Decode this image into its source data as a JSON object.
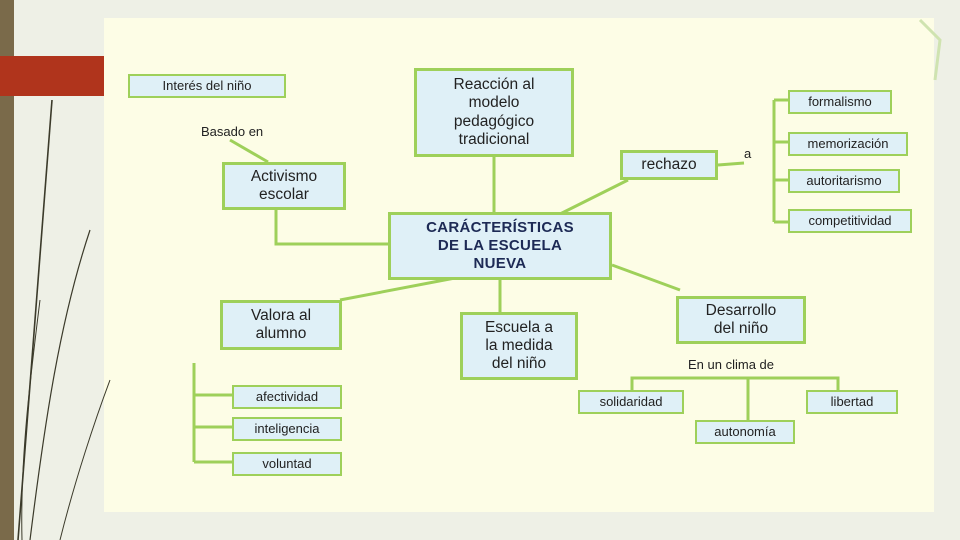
{
  "center": {
    "title": "CARÁCTERÍSTICAS\nDE LA ESCUELA\nNUEVA"
  },
  "reaccion": "Reacción al\nmodelo\npedagógico\ntradicional",
  "interes": "Interés del niño",
  "basado_en": "Basado en",
  "activismo": "Activismo\nescolar",
  "rechazo": "rechazo",
  "a_label": "a",
  "rechazo_items": [
    "formalismo",
    "memorización",
    "autoritarismo",
    "competitividad"
  ],
  "valora": "Valora al\nalumno",
  "valora_items": [
    "afectividad",
    "inteligencia",
    "voluntad"
  ],
  "escuela_medida": "Escuela a\nla medida\ndel niño",
  "desarrollo": "Desarrollo\ndel niño",
  "clima_label": "En un clima de",
  "clima_items": [
    "solidaridad",
    "autonomía",
    "libertad"
  ],
  "colors": {
    "border": "#9ed05a",
    "box_fill": "#dff0f7",
    "line": "#9ed05a",
    "accent_red": "#b0341c",
    "center_text": "#1d2a55"
  }
}
